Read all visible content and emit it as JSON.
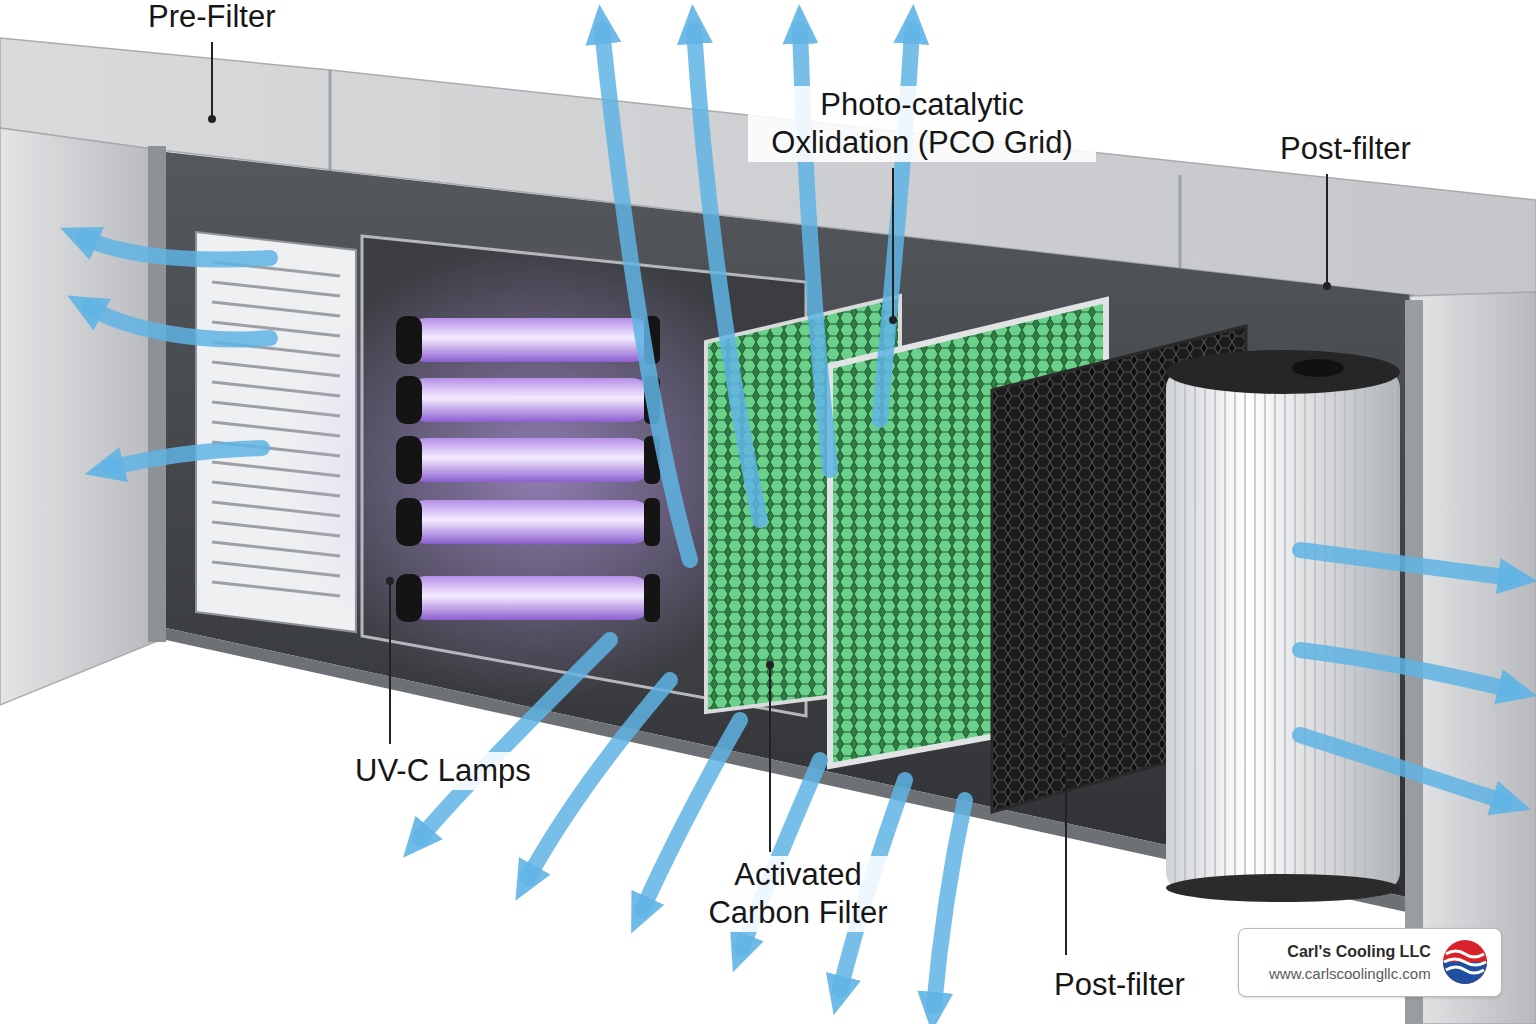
{
  "diagram": {
    "nodes": [
      {
        "text": [
          "Carl's Cooling LLC",
          "www.carlscoolingllc.com"
        ]
      }
    ],
    "labels": [
      "Pre-Filter",
      "Photo-catalytic Oxlidation (PCO Grid)",
      "Post-filter",
      "UV-C Lamps",
      "Activated Carbon Filter",
      "Post-filter"
    ]
  }
}
